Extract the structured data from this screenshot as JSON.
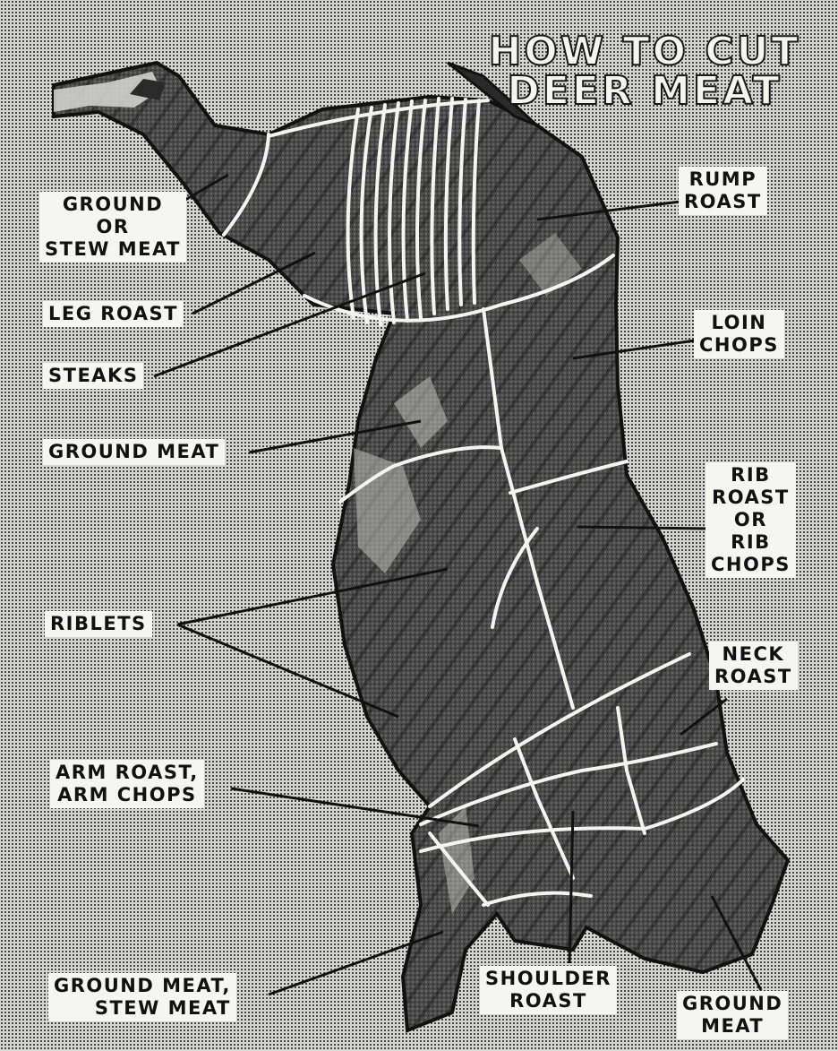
{
  "title": {
    "line1": "HOW TO CUT",
    "line2": "DEER MEAT"
  },
  "labels": {
    "ground_or_stew": {
      "line1": "GROUND",
      "line2": "OR",
      "line3": "STEW MEAT"
    },
    "leg_roast": "LEG ROAST",
    "steaks": "STEAKS",
    "ground_meat_mid": "GROUND MEAT",
    "riblets": "RIBLETS",
    "arm": {
      "line1": "ARM ROAST,",
      "line2": "ARM CHOPS"
    },
    "ground_stew_bottom": {
      "line1": "GROUND MEAT,",
      "line2": "STEW MEAT"
    },
    "rump_roast": {
      "line1": "RUMP",
      "line2": "ROAST"
    },
    "loin_chops": {
      "line1": "LOIN",
      "line2": "CHOPS"
    },
    "rib": {
      "line1": "RIB",
      "line2": "ROAST",
      "line3": "OR",
      "line4": "RIB",
      "line5": "CHOPS"
    },
    "neck_roast": {
      "line1": "NECK",
      "line2": "ROAST"
    },
    "shoulder_roast": {
      "line1": "SHOULDER",
      "line2": "ROAST"
    },
    "ground_meat_bottom": {
      "line1": "GROUND",
      "line2": "MEAT"
    }
  },
  "colors": {
    "background": "#d6d6d4",
    "meat": "#3a3a3a",
    "cut_lines": "#f4f4f0",
    "label_bg": "#f5f5f2",
    "ink": "#111111"
  }
}
